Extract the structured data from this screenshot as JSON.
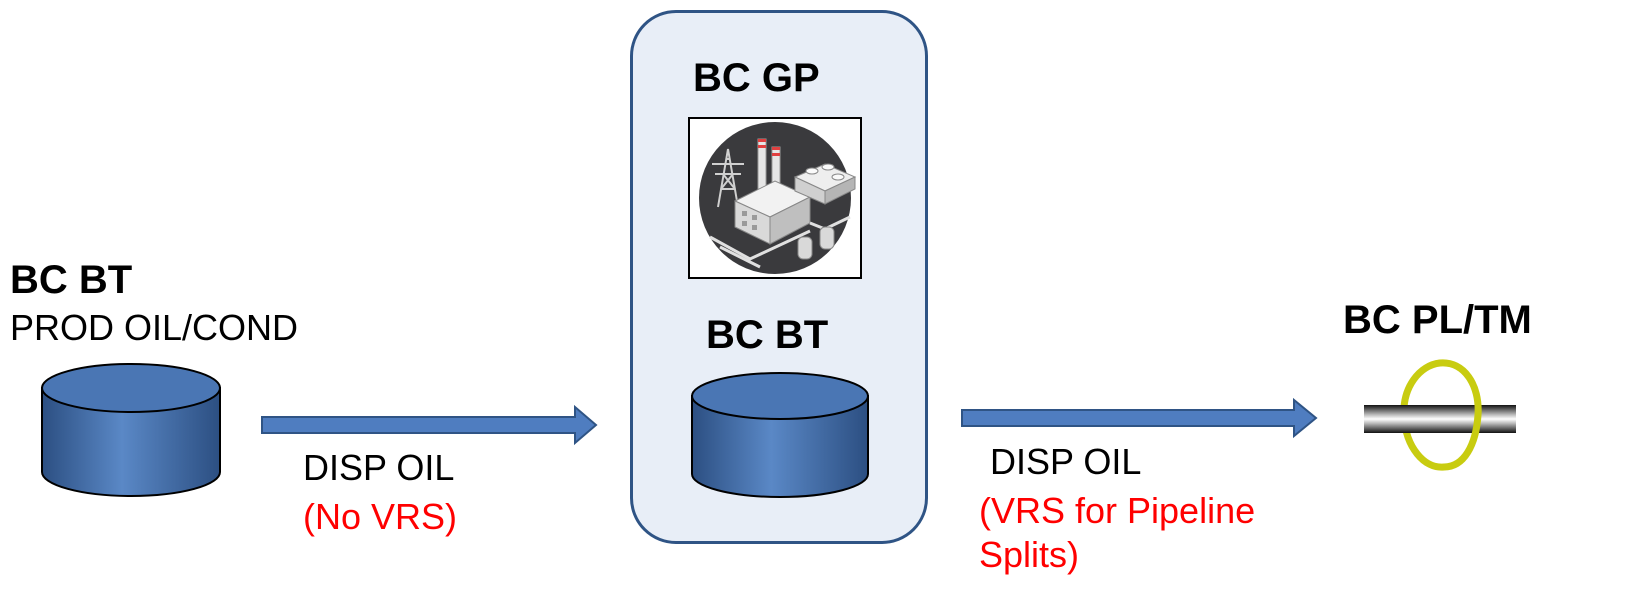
{
  "colors": {
    "tank_fill": "#4a76b4",
    "tank_dark": "#2c4f82",
    "arrow_fill": "#4f7dc0",
    "panel_bg": "#e8eef7",
    "panel_border": "#2f5485",
    "note_red": "#ff0000",
    "ring_yellow": "#c8cc10"
  },
  "left": {
    "title": "BC BT",
    "subtitle": "PROD OIL/COND",
    "icon": "tank-icon"
  },
  "arrow1": {
    "label": "DISP OIL",
    "note": "(No VRS)"
  },
  "center": {
    "top_title": "BC GP",
    "plant_icon": "gas-plant-icon",
    "bottom_title": "BC BT",
    "icon": "tank-icon"
  },
  "arrow2": {
    "label": "DISP OIL",
    "note": "(VRS for Pipeline Splits)"
  },
  "right": {
    "title": "BC PL/TM",
    "icon": "pipeline-meter-icon"
  }
}
